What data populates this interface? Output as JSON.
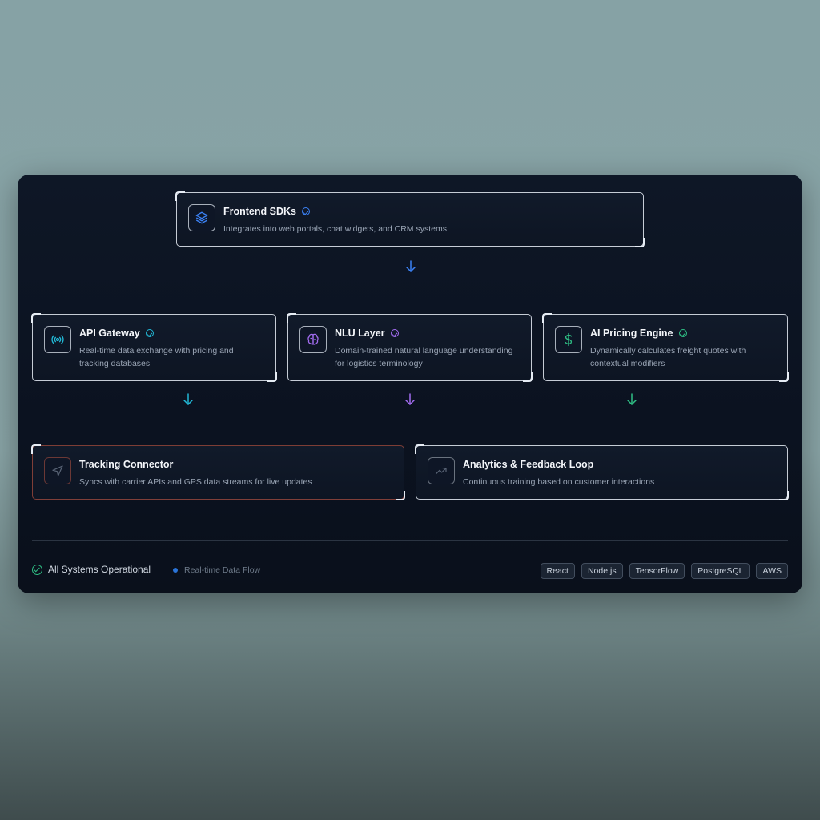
{
  "cards": {
    "frontend": {
      "title": "Frontend SDKs",
      "description": "Integrates into web portals, chat widgets, and CRM systems",
      "icon": "layers-icon",
      "accent": "#3b82f6"
    },
    "api_gateway": {
      "title": "API Gateway",
      "description": "Real-time data exchange with pricing and tracking databases",
      "icon": "broadcast-icon",
      "accent": "#22b8d6"
    },
    "nlu": {
      "title": "NLU Layer",
      "description": "Domain-trained natural language understanding for logistics terminology",
      "icon": "brain-icon",
      "accent": "#a26cf0"
    },
    "pricing": {
      "title": "AI Pricing Engine",
      "description": "Dynamically calculates freight quotes with contextual modifiers",
      "icon": "dollar-icon",
      "accent": "#2fbf85"
    },
    "tracking": {
      "title": "Tracking Connector",
      "description": "Syncs with carrier APIs and GPS data streams for live updates",
      "icon": "navigation-icon",
      "accent": "#e0624a"
    },
    "analytics": {
      "title": "Analytics & Feedback Loop",
      "description": "Continuous training based on customer interactions",
      "icon": "trending-up-icon",
      "accent": "#5a6577"
    }
  },
  "footer": {
    "status": "All Systems Operational",
    "flow_label": "Real-time Data Flow",
    "tags": [
      "React",
      "Node.js",
      "TensorFlow",
      "PostgreSQL",
      "AWS"
    ]
  }
}
